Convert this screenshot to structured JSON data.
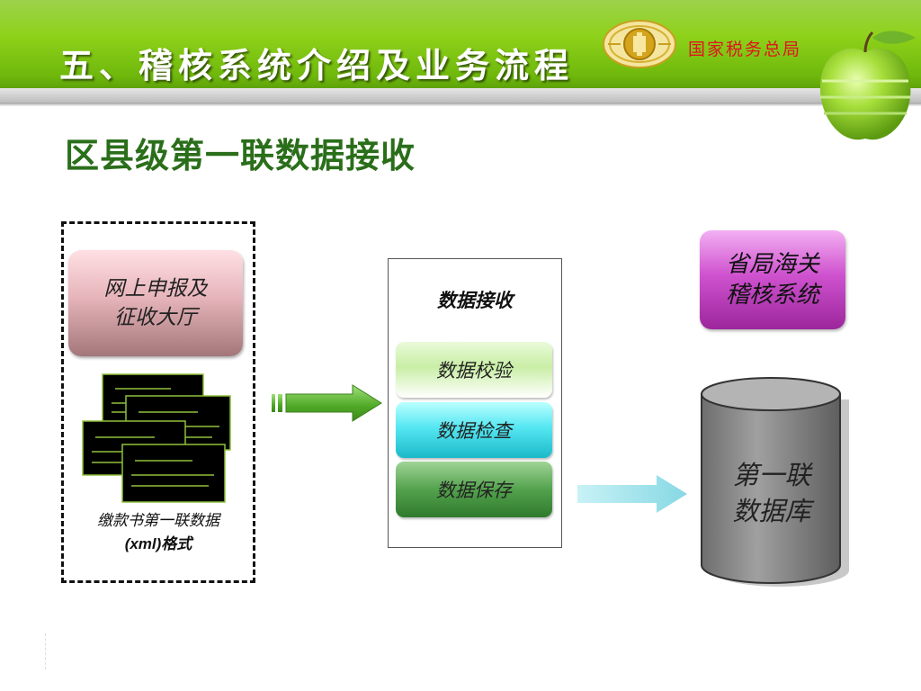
{
  "header": {
    "title": "五、稽核系统介绍及业务流程",
    "agency": "国家税务总局"
  },
  "slide": {
    "subtitle": "区县级第一联数据接收",
    "source_box": {
      "hall_label_line1": "网上申报及",
      "hall_label_line2": "征收大厅",
      "doc_caption_line1": "缴款书第一联数据",
      "doc_caption_line2": "(xml)格式"
    },
    "receive": {
      "title": "数据接收",
      "steps": [
        "数据校验",
        "数据检查",
        "数据保存"
      ]
    },
    "customs": {
      "line1": "省局海关",
      "line2": "稽核系统"
    },
    "database": {
      "line1": "第一联",
      "line2": "数据库"
    }
  },
  "colors": {
    "header_green": "#7cc410",
    "subtitle_green": "#2a6e1a",
    "agency_red": "#e0141e",
    "hall_pink": "#e6b4ba",
    "step_check_cyan": "#55e7f2",
    "step_save_green": "#53a24d",
    "customs_magenta": "#cf52cf",
    "database_gray": "#8a8a8a",
    "arrow_green": "#5cb83a",
    "arrow_cyan": "#a6e4ee"
  },
  "icons": {
    "emblem": "tax-emblem-icon",
    "apple": "green-apple-icon",
    "documents": "document-screens-icon",
    "arrows": "right-arrow-icon",
    "database": "database-cylinder-icon"
  }
}
